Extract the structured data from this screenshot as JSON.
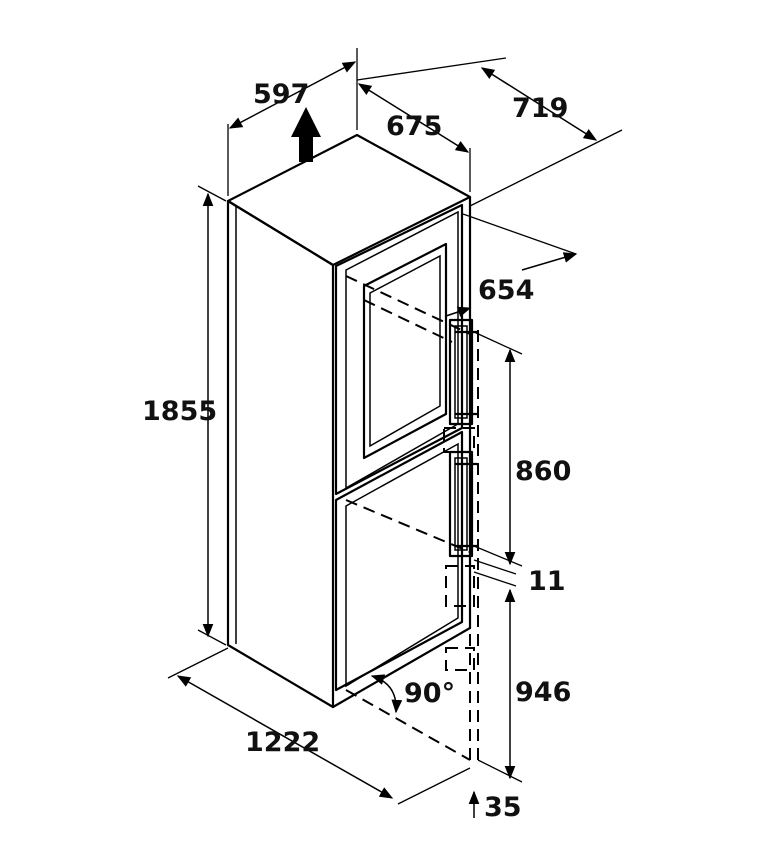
{
  "dimensions": {
    "width": "597",
    "depth_675": "675",
    "depth_719": "719",
    "depth_654": "654",
    "height": "1855",
    "upper_section": "860",
    "gap": "11",
    "lower_section": "946",
    "door_open_depth": "1222",
    "base": "35",
    "door_angle": "90°"
  },
  "icons": {
    "airflow_arrow": "up-arrow-icon",
    "door_swing": "curved-arrow-icon"
  },
  "colors": {
    "line": "#000000",
    "background": "#ffffff"
  }
}
